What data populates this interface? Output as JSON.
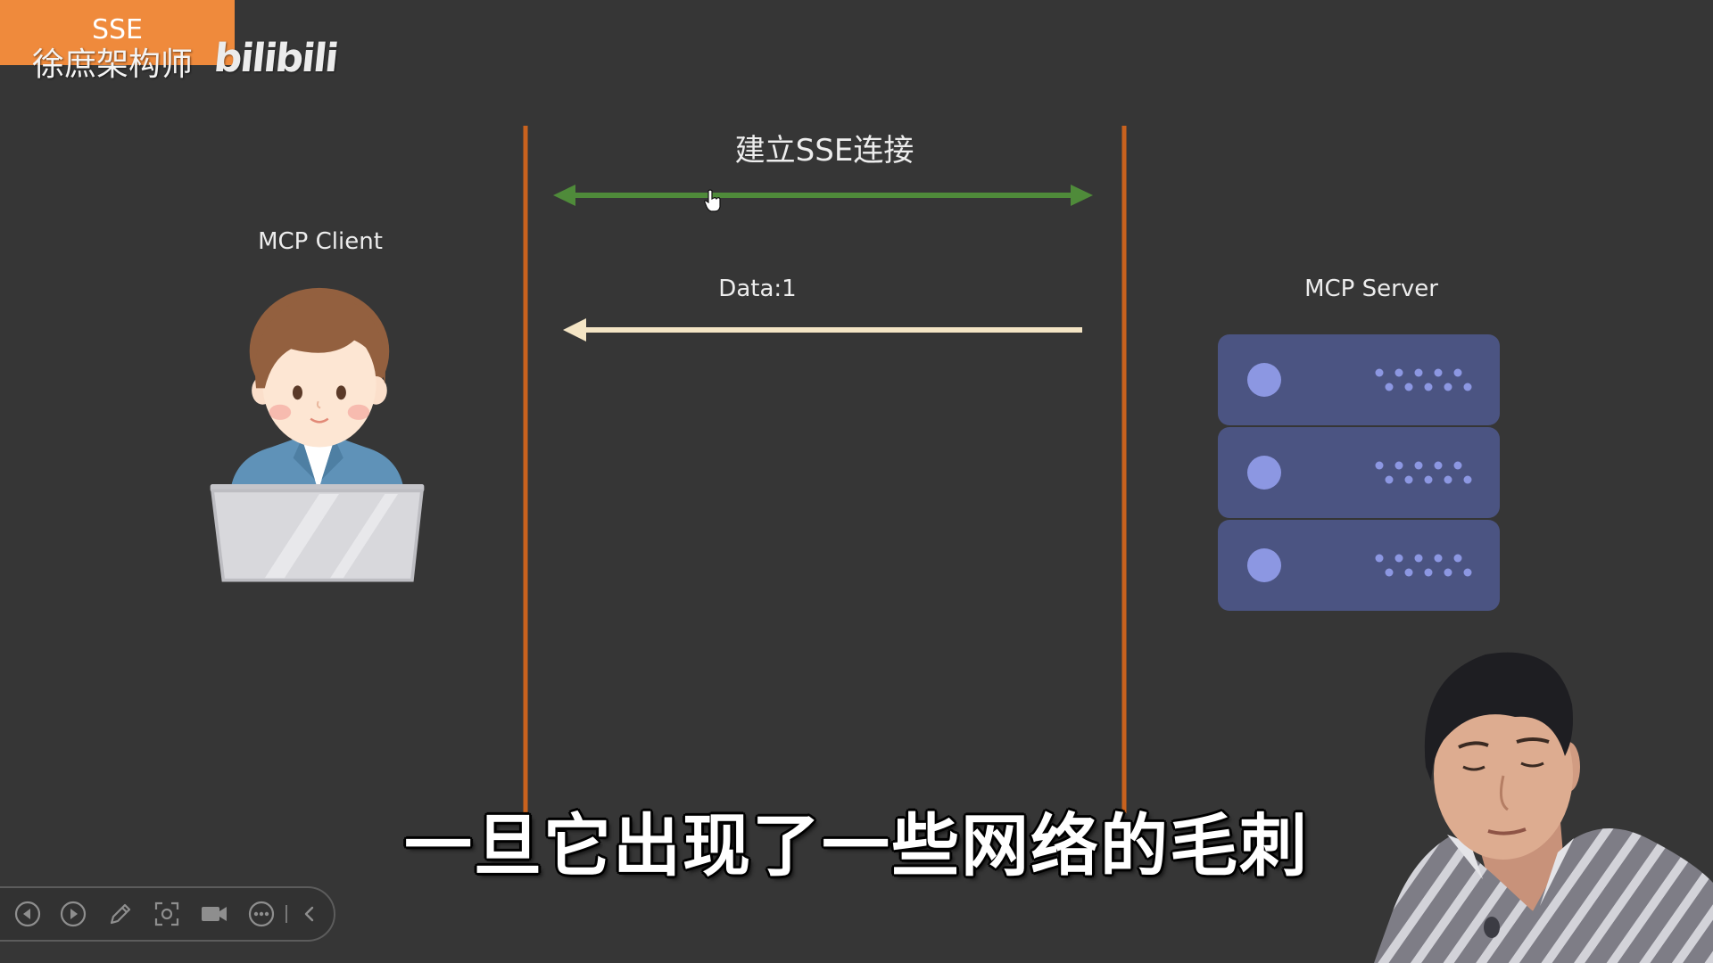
{
  "theme": {
    "background": "#363636",
    "badge": "#EF8A3C",
    "text": "#EDEDED"
  },
  "header_badge": {
    "topic": "SSE",
    "channel_name": "徐庶架构师",
    "platform_logo": "bilibili"
  },
  "diagram": {
    "connection_label": "建立SSE连接",
    "message_label": "Data:1",
    "client": {
      "label": "MCP Client",
      "icon": "user-with-laptop-icon"
    },
    "server": {
      "label": "MCP Server",
      "icon": "server-rack-icon"
    },
    "colors": {
      "lifeline": "#C9621E",
      "connection_arrow": "#4F8B3A",
      "message_arrow": "#F4E5C5",
      "server_unit": "#4B5482",
      "server_light": "#8C97E2"
    }
  },
  "cursor": {
    "icon": "hand-pointer-icon"
  },
  "presenter": {
    "icon": "presenter-webcam"
  },
  "subtitle": "一旦它出现了一些网络的毛刺",
  "player_toolbar": {
    "icons": [
      "previous-icon",
      "next-icon",
      "pen-icon",
      "focus-capture-icon",
      "video-camera-icon",
      "more-icon",
      "collapse-chevron-icon"
    ]
  }
}
